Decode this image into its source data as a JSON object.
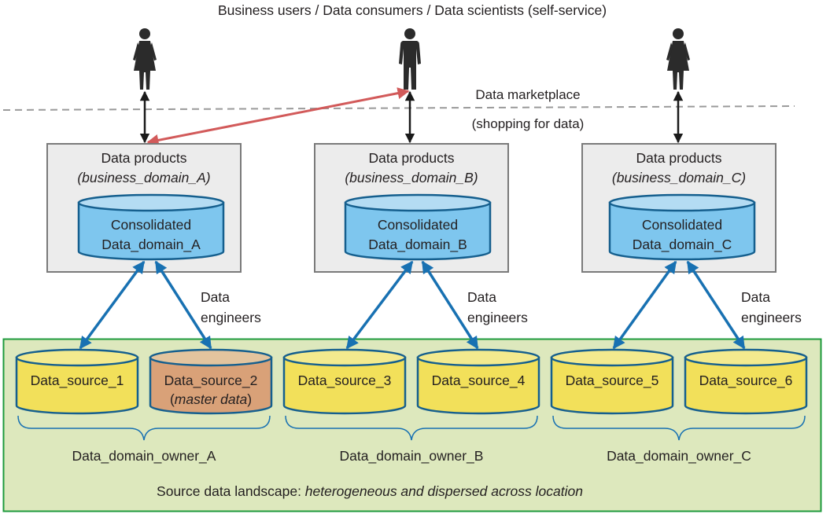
{
  "header": {
    "title": "Business users / Data consumers / Data scientists (self-service)"
  },
  "marketplace": {
    "label": "Data marketplace",
    "sublabel": "(shopping for data)"
  },
  "users": [
    {
      "icon": "person-female-icon"
    },
    {
      "icon": "person-male-icon"
    },
    {
      "icon": "person-female-icon"
    }
  ],
  "domains": [
    {
      "product_title": "Data products",
      "business_domain": "(business_domain_A)",
      "store_line1": "Consolidated",
      "store_line2": "Data_domain_A",
      "engineers_line1": "Data",
      "engineers_line2": "engineers",
      "owner": "Data_domain_owner_A",
      "sources": [
        {
          "name": "Data_source_1",
          "note": ""
        },
        {
          "name": "Data_source_2",
          "note_open": "(",
          "note": "master data",
          "note_close": ")"
        }
      ]
    },
    {
      "product_title": "Data products",
      "business_domain": "(business_domain_B)",
      "store_line1": "Consolidated",
      "store_line2": "Data_domain_B",
      "engineers_line1": "Data",
      "engineers_line2": "engineers",
      "owner": "Data_domain_owner_B",
      "sources": [
        {
          "name": "Data_source_3",
          "note": ""
        },
        {
          "name": "Data_source_4",
          "note": ""
        }
      ]
    },
    {
      "product_title": "Data products",
      "business_domain": "(business_domain_C)",
      "store_line1": "Consolidated",
      "store_line2": "Data_domain_C",
      "engineers_line1": "Data",
      "engineers_line2": "engineers",
      "owner": "Data_domain_owner_C",
      "sources": [
        {
          "name": "Data_source_5",
          "note": ""
        },
        {
          "name": "Data_source_6",
          "note": ""
        }
      ]
    }
  ],
  "landscape": {
    "label_prefix": "Source data landscape: ",
    "label_italic": "heterogeneous and dispersed across location"
  },
  "colors": {
    "landscape_fill": "#dde8bd",
    "landscape_border": "#1e9a3c",
    "product_fill": "#ececec",
    "product_border": "#7a7a7a",
    "store_fill": "#7ec6ee",
    "store_top": "#b4dcf3",
    "store_border": "#155f8e",
    "source_fill": "#f2e05a",
    "source_top": "#f3ea8e",
    "master_fill": "#d9a178",
    "master_top": "#e3c49e",
    "blue_arrow": "#1871b2",
    "red_arrow": "#d25a5a",
    "black_arrow": "#1a1a1a",
    "dash": "#9a9a9a"
  }
}
